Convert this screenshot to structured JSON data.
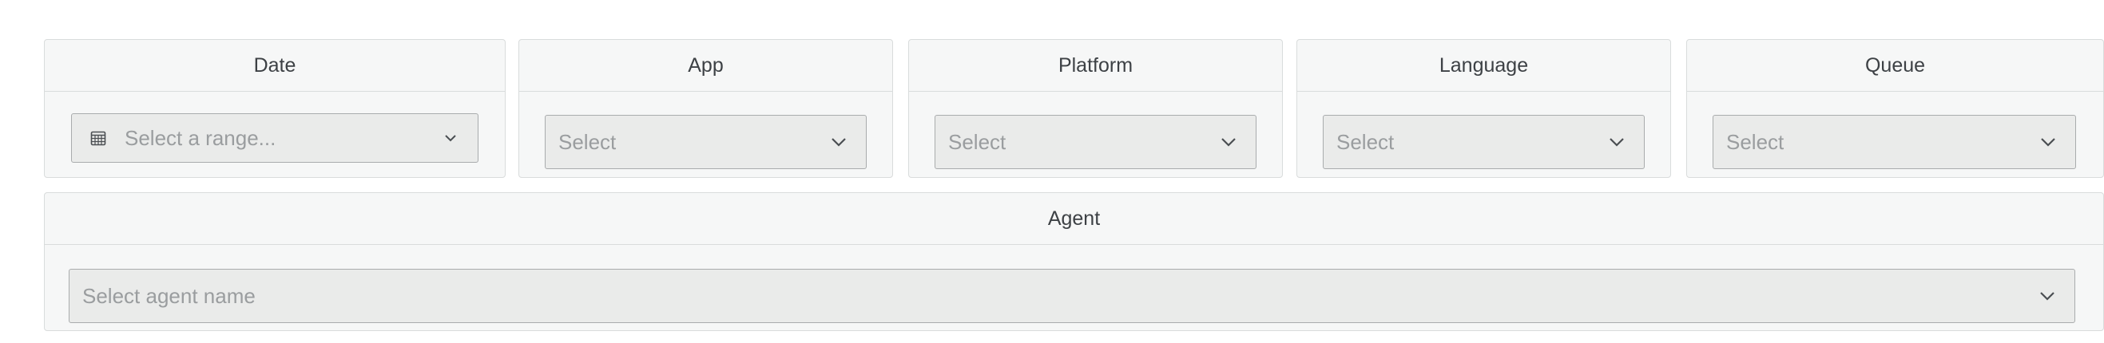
{
  "filters": {
    "date": {
      "title": "Date",
      "placeholder": "Select a range..."
    },
    "app": {
      "title": "App",
      "placeholder": "Select"
    },
    "platform": {
      "title": "Platform",
      "placeholder": "Select"
    },
    "language": {
      "title": "Language",
      "placeholder": "Select"
    },
    "queue": {
      "title": "Queue",
      "placeholder": "Select"
    },
    "agent": {
      "title": "Agent",
      "placeholder": "Select agent name"
    }
  },
  "icons": {
    "date_icon": "calendar-icon",
    "dropdown_icon": "chevron-down-icon"
  }
}
